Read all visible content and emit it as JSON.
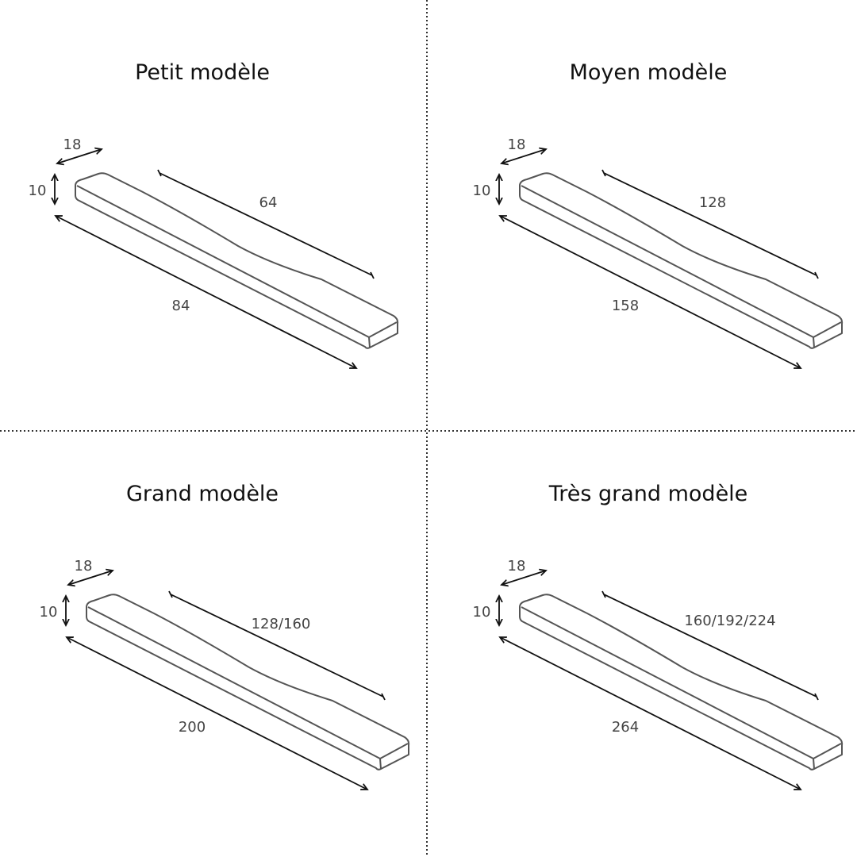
{
  "models": [
    {
      "title": "Petit modèle",
      "width": "18",
      "height": "10",
      "hole_spacing": "64",
      "length": "84"
    },
    {
      "title": "Moyen modèle",
      "width": "18",
      "height": "10",
      "hole_spacing": "128",
      "length": "158"
    },
    {
      "title": "Grand modèle",
      "width": "18",
      "height": "10",
      "hole_spacing": "128/160",
      "length": "200"
    },
    {
      "title": "Très grand modèle",
      "width": "18",
      "height": "10",
      "hole_spacing": "160/192/224",
      "length": "264"
    }
  ]
}
